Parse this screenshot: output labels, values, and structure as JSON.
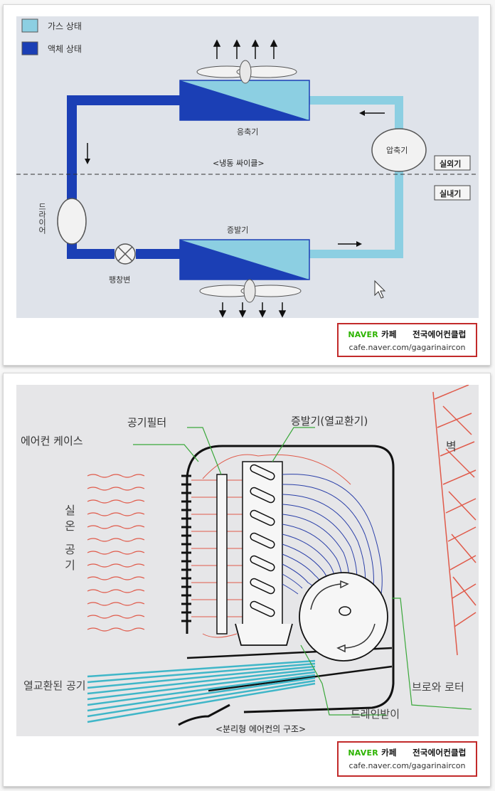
{
  "panel1": {
    "legend": {
      "gas": "가스 상태",
      "liquid": "액체 상태"
    },
    "condenser": "응축기",
    "cycle_title": "<냉동 싸이클>",
    "compressor": "압축기",
    "outdoor": "실외기",
    "indoor": "실내기",
    "dryer": "드라이어",
    "evaporator": "증발기",
    "expansion_valve": "팽창변",
    "colors": {
      "gas": "#8ccfe2",
      "liquid": "#1b3fb5",
      "panel_bg": "#dfe3ea"
    }
  },
  "panel2": {
    "air_filter": "공기필터",
    "case": "에어컨 케이스",
    "evaporator": "증발기(열교환기)",
    "wall": "벽",
    "room_air": "실온 공기",
    "exchanged_air": "열교환된 공기",
    "blower_rotor": "브로와 로터",
    "drain_pan": "드레인받이",
    "caption": "<분리형 에어컨의 구조>",
    "colors": {
      "warm_air": "#e05a4a",
      "cool_air": "#3fb6c8",
      "flow": "#2a3fa8",
      "leader": "#3aa83a"
    }
  },
  "watermark": {
    "naver": "NAVER",
    "cafe": "카페",
    "club": "전국에어컨클럽",
    "url": "cafe.naver.com/gagarinaircon"
  }
}
